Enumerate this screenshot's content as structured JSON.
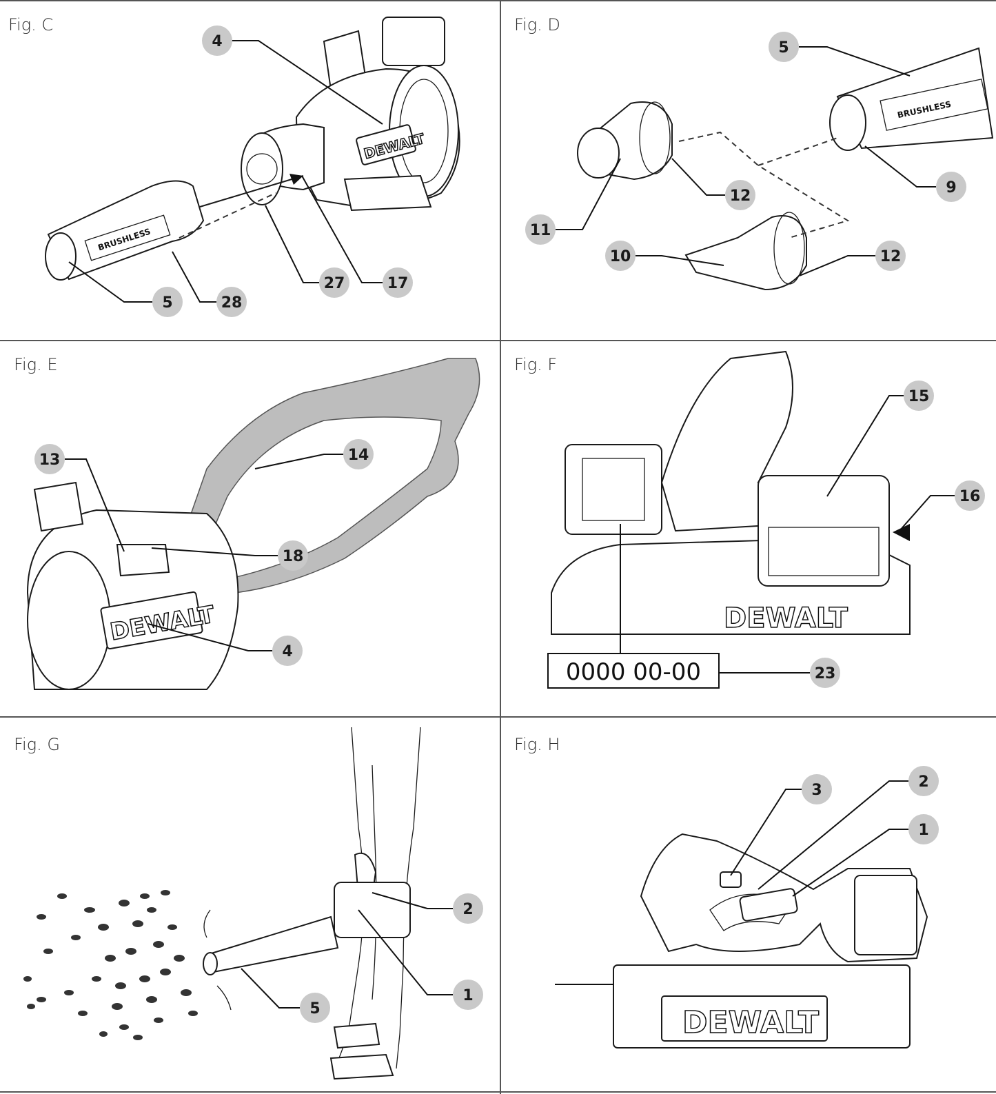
{
  "figures": {
    "c": {
      "title": "Fig. C",
      "callouts": [
        "4",
        "5",
        "28",
        "27",
        "17"
      ],
      "nozzle_text": "BRUSHLESS",
      "brand_text": "DEWALT"
    },
    "d": {
      "title": "Fig. D",
      "callouts": [
        "5",
        "9",
        "11",
        "12",
        "10",
        "12"
      ],
      "tube_text": "BRUSHLESS"
    },
    "e": {
      "title": "Fig. E",
      "callouts": [
        "13",
        "14",
        "18",
        "4"
      ],
      "brand_text": "DEWALT"
    },
    "f": {
      "title": "Fig. F",
      "callouts": [
        "15",
        "16",
        "23"
      ],
      "date_code": "0000 00-00",
      "brand_text": "DEWALT"
    },
    "g": {
      "title": "Fig. G",
      "callouts": [
        "2",
        "1",
        "5"
      ]
    },
    "h": {
      "title": "Fig. H",
      "callouts": [
        "3",
        "2",
        "1"
      ],
      "brand_text": "DEWALT"
    }
  }
}
